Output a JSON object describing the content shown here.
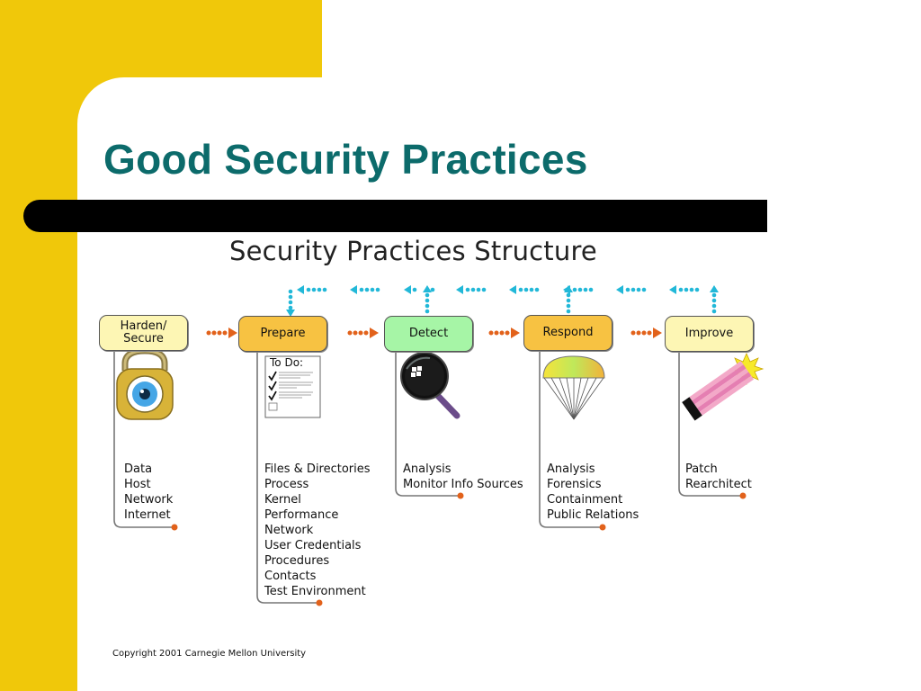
{
  "slide_title": "Good Security Practices",
  "diagram_title": "Security Practices Structure",
  "stages": [
    {
      "id": "harden",
      "label": "Harden/\nSecure",
      "color": "#fdf6b4",
      "icon": "padlock-icon",
      "items": [
        "Data",
        "Host",
        "Network",
        "Internet"
      ]
    },
    {
      "id": "prepare",
      "label": "Prepare",
      "color": "#f7c242",
      "icon": "todo-checklist-icon",
      "items": [
        "Files & Directories",
        "Process",
        "Kernel",
        "Performance",
        "Network",
        "User Credentials",
        "Procedures",
        "Contacts",
        "Test Environment"
      ]
    },
    {
      "id": "detect",
      "label": "Detect",
      "color": "#a6f5a6",
      "icon": "magnifier-icon",
      "items": [
        "Analysis",
        "Monitor Info Sources"
      ]
    },
    {
      "id": "respond",
      "label": "Respond",
      "color": "#f7c242",
      "icon": "parachute-icon",
      "items": [
        "Analysis",
        "Forensics",
        "Containment",
        "Public Relations"
      ]
    },
    {
      "id": "improve",
      "label": "Improve",
      "color": "#fdf6b4",
      "icon": "pencils-starburst-icon",
      "items": [
        "Patch",
        "Rearchitect"
      ]
    }
  ],
  "todo_card": {
    "heading": "To Do:"
  },
  "colors": {
    "accent_title": "#0c6b6b",
    "band": "#f0c80a",
    "forward_arrow": "#e2621b",
    "feedback_arrow": "#22b8d8"
  },
  "copyright": "Copyright 2001 Carnegie Mellon University"
}
